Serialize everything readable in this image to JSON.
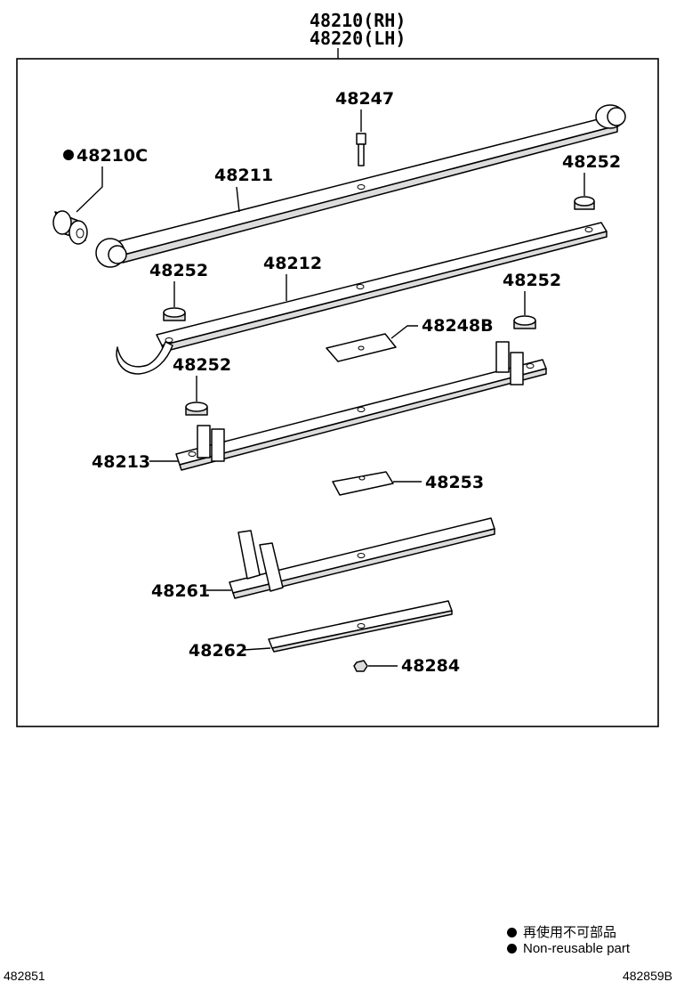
{
  "header": {
    "line1": "48210(RH)",
    "line2": "48220(LH)"
  },
  "labels": {
    "bushing": "48210C",
    "bolt": "48247",
    "leaf_main": "48211",
    "leaf_2": "48212",
    "leaf_3": "48213",
    "plate_upper": "48248B",
    "plate_lower": "48253",
    "leaf_4": "48261",
    "leaf_5": "48262",
    "nut": "48284",
    "bumper": "48252"
  },
  "legend": {
    "jp": "再使用不可部品",
    "en": "Non-reusable part"
  },
  "footer": {
    "left": "482851",
    "right": "482859B"
  }
}
